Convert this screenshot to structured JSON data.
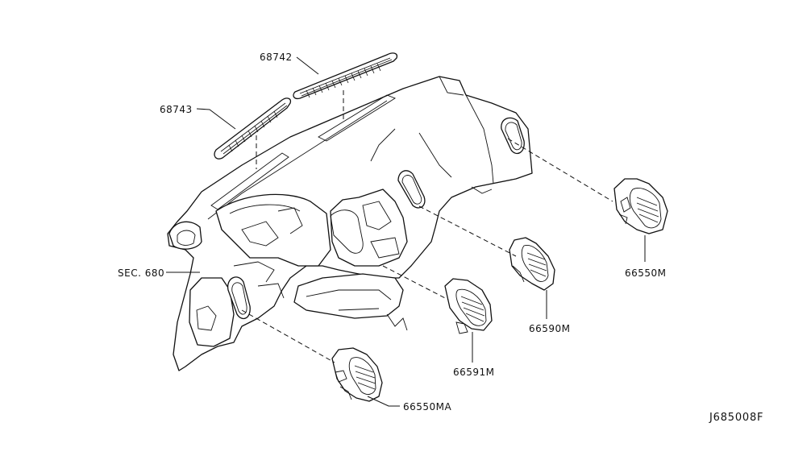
{
  "diagram": {
    "reference_code": "J685008F",
    "callouts": [
      {
        "id": "p68742",
        "label": "68742"
      },
      {
        "id": "p68743",
        "label": "68743"
      },
      {
        "id": "sec680",
        "label": "SEC. 680"
      },
      {
        "id": "p66550m",
        "label": "66550M"
      },
      {
        "id": "p66590m",
        "label": "66590M"
      },
      {
        "id": "p66591m",
        "label": "66591M"
      },
      {
        "id": "p66550ma",
        "label": "66550MA"
      }
    ]
  }
}
